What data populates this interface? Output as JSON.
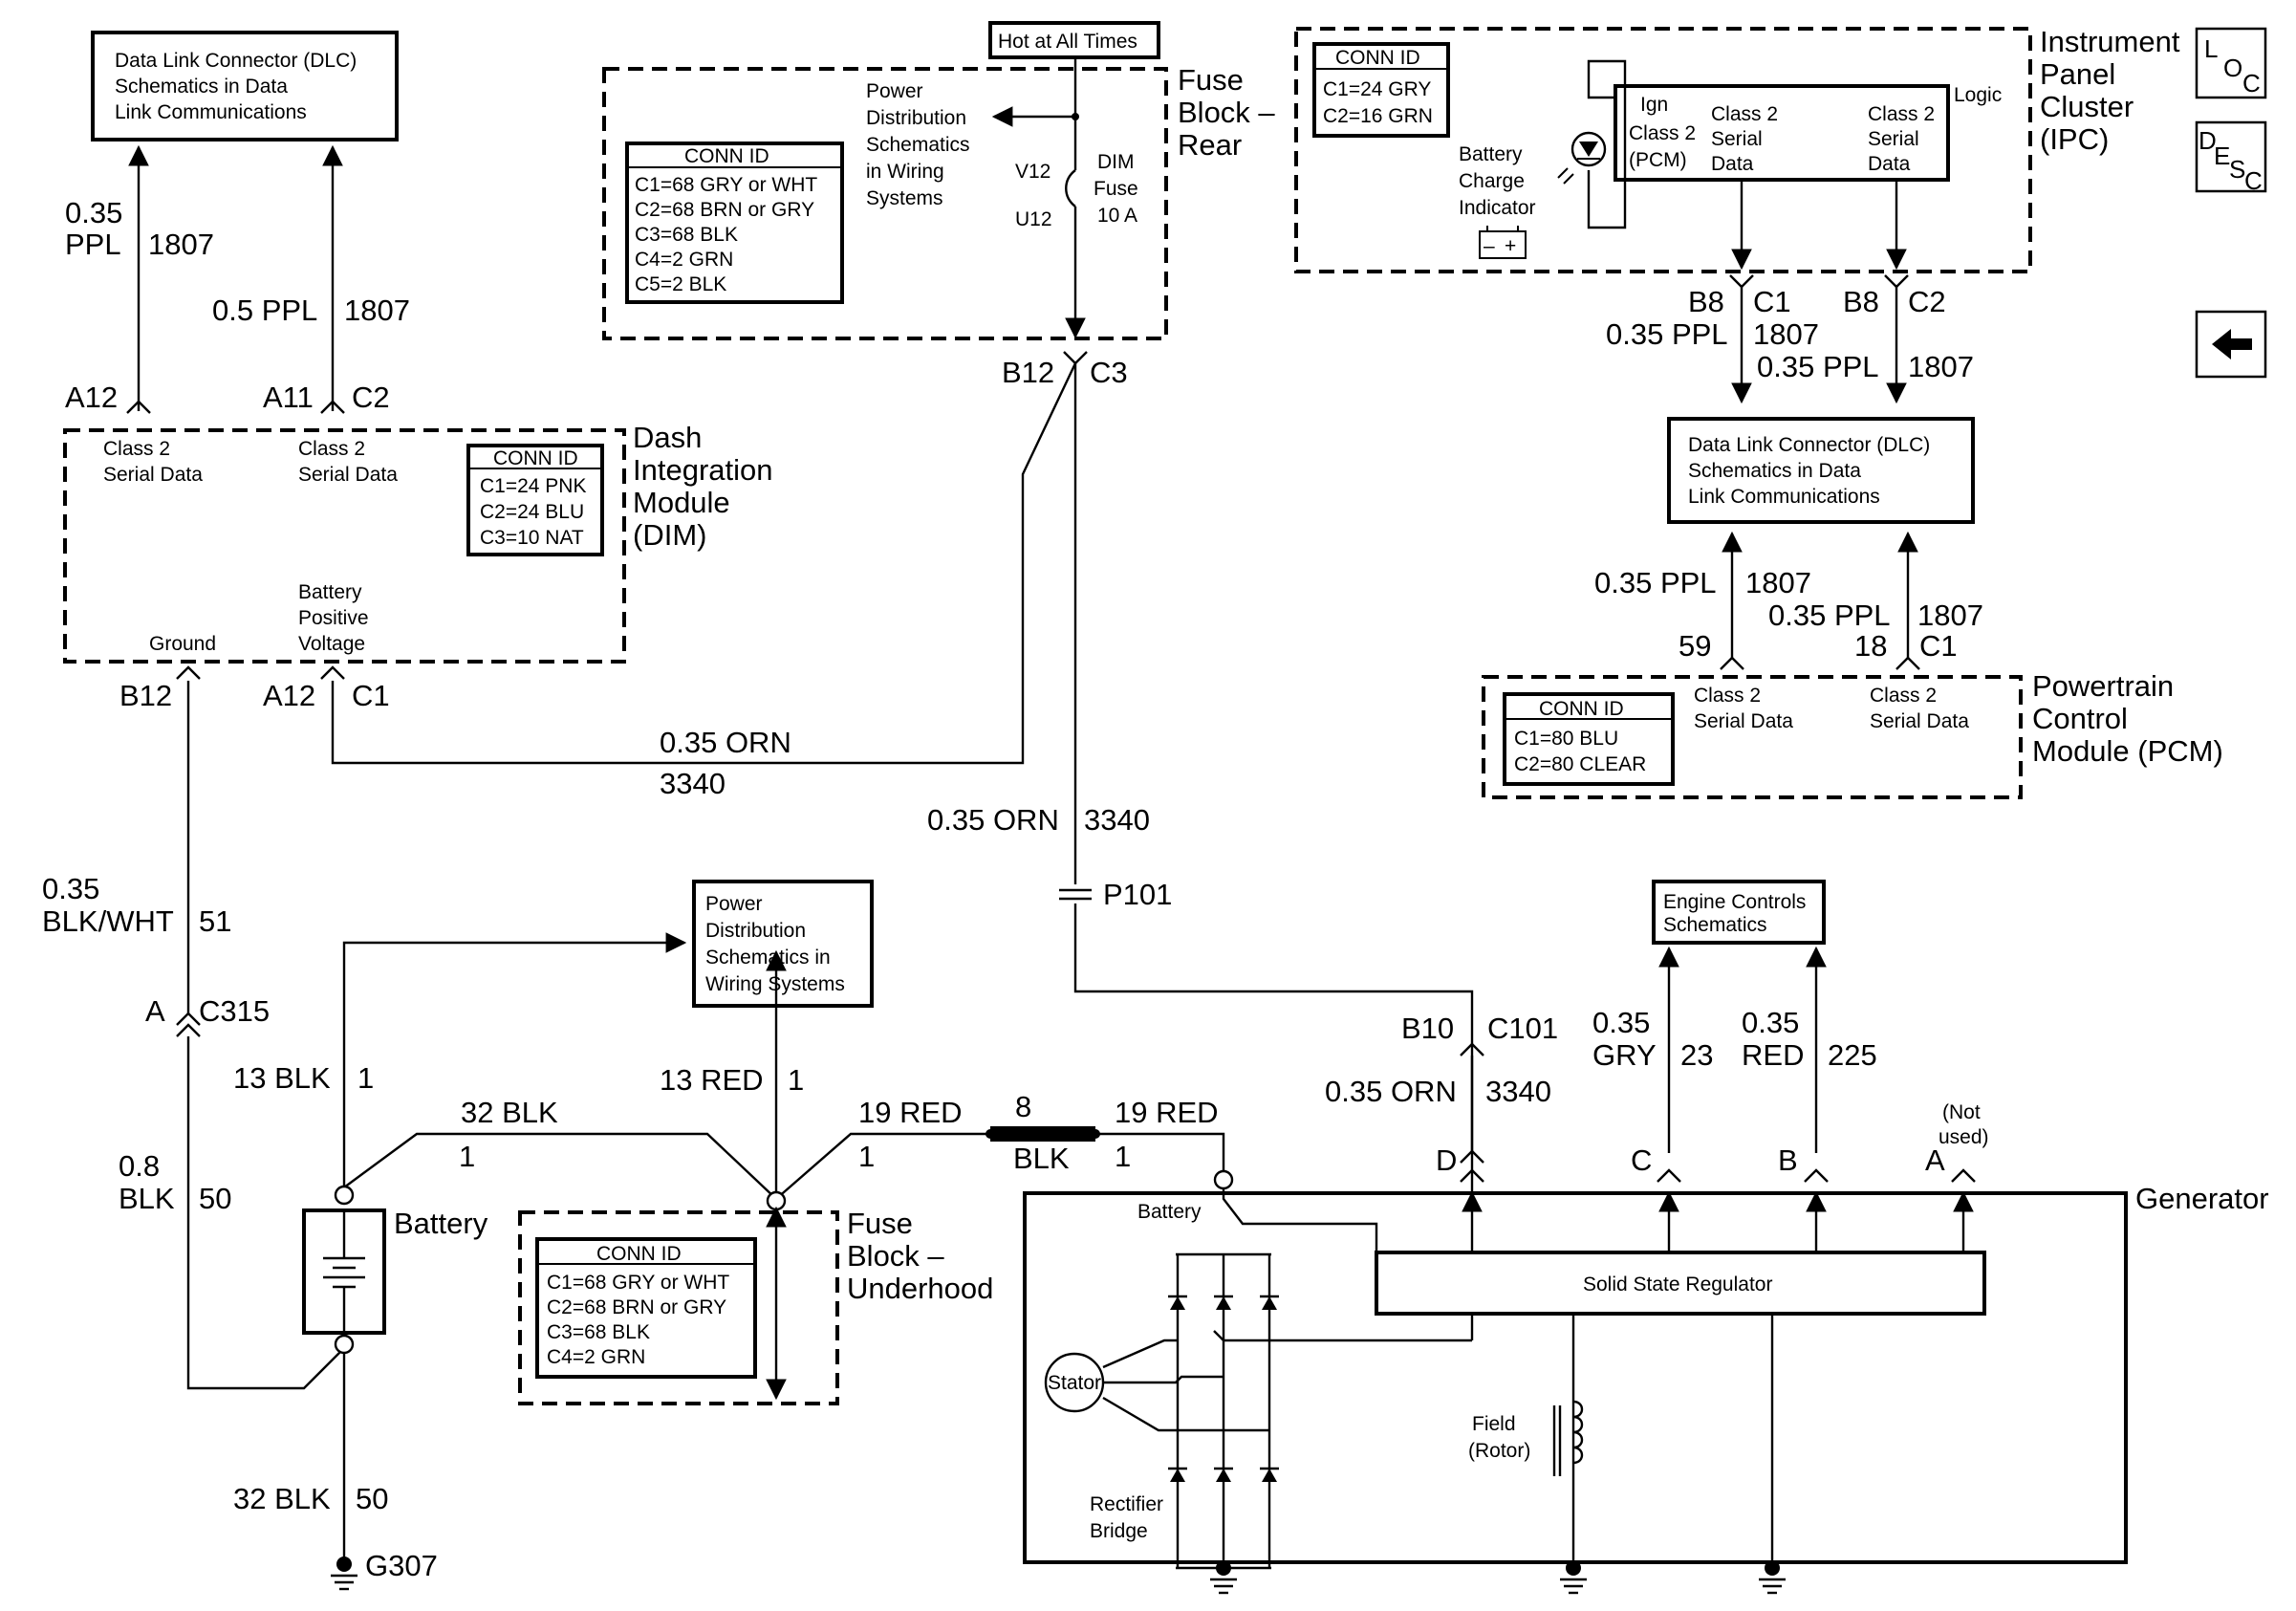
{
  "top_dlc_box": {
    "line1": "Data Link Connector (DLC)",
    "line2": "Schematics in Data",
    "line3": "Link Communications"
  },
  "top_dlc_wires": {
    "w1_gauge1": "0.35",
    "w1_gauge2": "PPL",
    "w1_circuit": "1807",
    "w2_gauge": "0.5 PPL",
    "w2_circuit": "1807"
  },
  "dim": {
    "title1": "Dash",
    "title2": "Integration",
    "title3": "Module",
    "title4": "(DIM)",
    "pin_a12_top": "A12",
    "pin_a11": "A11",
    "conn_c2": "C2",
    "label_csd1a": "Class 2",
    "label_csd1b": "Serial Data",
    "label_csd2a": "Class 2",
    "label_csd2b": "Serial Data",
    "label_ground": "Ground",
    "label_bpv1": "Battery",
    "label_bpv2": "Positive",
    "label_bpv3": "Voltage",
    "conn_header": "CONN ID",
    "conn_c1": "C1=24 PNK",
    "conn_c2_id": "C2=24 BLU",
    "conn_c3": "C3=10 NAT",
    "pin_b12": "B12",
    "pin_a12_bot": "A12",
    "conn_c1_bot": "C1"
  },
  "fuse_rear": {
    "hot": "Hot at All Times",
    "pd1": "Power",
    "pd2": "Distribution",
    "pd3": "Schematics",
    "pd4": "in Wiring",
    "pd5": "Systems",
    "v12": "V12",
    "u12": "U12",
    "fuse1": "DIM",
    "fuse2": "Fuse",
    "fuse3": "10 A",
    "title1": "Fuse",
    "title2": "Block –",
    "title3": "Rear",
    "conn_header": "CONN ID",
    "c1": "C1=68 GRY or WHT",
    "c2": "C2=68 BRN or GRY",
    "c3": "C3=68 BLK",
    "c4": "C4=2 GRN",
    "c5": "C5=2 BLK",
    "pin_b12": "B12",
    "conn_c3": "C3"
  },
  "wire_3340": {
    "gauge": "0.35 ORN",
    "circuit": "3340",
    "gauge2": "0.35 ORN",
    "circuit2": "3340"
  },
  "ground_wire": {
    "g1": "0.35",
    "g2": "BLK/WHT",
    "circuit": "51",
    "pin_a": "A",
    "conn": "C315",
    "g3": "0.8",
    "g4": "BLK",
    "circuit2": "50",
    "g5": "32 BLK",
    "circuit3": "50",
    "ground": "G307"
  },
  "ipc": {
    "title1": "Instrument",
    "title2": "Panel",
    "title3": "Cluster",
    "title4": "(IPC)",
    "conn_header": "CONN ID",
    "c1": "C1=24 GRY",
    "c2": "C2=16 GRN",
    "bci1": "Battery",
    "bci2": "Charge",
    "bci3": "Indicator",
    "logic": "Logic",
    "ign": "Ign",
    "csp1": "Class 2",
    "csp2": "(PCM)",
    "csd1a": "Class 2",
    "csd1b": "Serial",
    "csd1c": "Data",
    "csd2a": "Class 2",
    "csd2b": "Serial",
    "csd2c": "Data",
    "b8a": "B8",
    "c1_pin": "C1",
    "b8b": "B8",
    "c2_pin": "C2",
    "w1_gauge": "0.35 PPL",
    "w1_circuit": "1807",
    "w2_gauge": "0.35 PPL",
    "w2_circuit": "1807"
  },
  "nav_buttons": {
    "loc_l": "L",
    "loc_o": "O",
    "loc_c": "C",
    "desc_d": "D",
    "desc_e": "E",
    "desc_s": "S",
    "desc_c": "C",
    "back": "←"
  },
  "right_dlc_box": {
    "line1": "Data Link Connector (DLC)",
    "line2": "Schematics in Data",
    "line3": "Link Communications"
  },
  "pcm": {
    "w1_gauge": "0.35 PPL",
    "w1_circuit": "1807",
    "w2_gauge": "0.35 PPL",
    "w2_circuit": "1807",
    "pin59": "59",
    "pin18": "18",
    "conn_c1": "C1",
    "title1": "Powertrain",
    "title2": "Control",
    "title3": "Module (PCM)",
    "conn_header": "CONN ID",
    "c1": "C1=80 BLU",
    "c2": "C2=80 CLEAR",
    "csd1a": "Class 2",
    "csd1b": "Serial Data",
    "csd2a": "Class 2",
    "csd2b": "Serial Data"
  },
  "p101": "P101",
  "power_dist_box": {
    "l1": "Power",
    "l2": "Distribution",
    "l3": "Schematics in",
    "l4": "Wiring Systems"
  },
  "engine_box": {
    "l1": "Engine Controls",
    "l2": "Schematics"
  },
  "battery_area": {
    "w13blk": "13 BLK",
    "w13blk_c": "1",
    "w32blk": "32 BLK",
    "w32blk_c": "1",
    "w13red": "13 RED",
    "w13red_c": "1",
    "battery": "Battery",
    "w19red_a": "19 RED",
    "w19red_a_c": "1",
    "fusible": "8",
    "fusible2": "BLK",
    "w19red_b": "19 RED",
    "w19red_b_c": "1"
  },
  "fuse_underhood": {
    "title1": "Fuse",
    "title2": "Block –",
    "title3": "Underhood",
    "conn_header": "CONN ID",
    "c1": "C1=68 GRY or WHT",
    "c2": "C2=68 BRN or GRY",
    "c3": "C3=68 BLK",
    "c4": "C4=2 GRN"
  },
  "generator": {
    "title": "Generator",
    "b10": "B10",
    "c101": "C101",
    "w_orn": "0.35 ORN",
    "w_orn_c": "3340",
    "gry1": "0.35",
    "gry2": "GRY",
    "gry_c": "23",
    "red1": "0.35",
    "red2": "RED",
    "red_c": "225",
    "not_used1": "(Not",
    "not_used2": "used)",
    "pin_d": "D",
    "pin_c": "C",
    "pin_b": "B",
    "pin_a": "A",
    "battery": "Battery",
    "regulator": "Solid State Regulator",
    "stator": "Stator",
    "field1": "Field",
    "field2": "(Rotor)",
    "rect1": "Rectifier",
    "rect2": "Bridge"
  }
}
